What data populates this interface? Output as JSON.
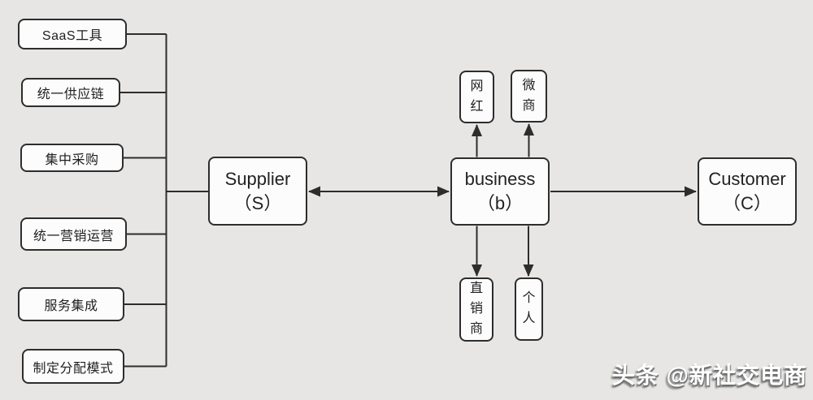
{
  "features": [
    {
      "label": "SaaS工具"
    },
    {
      "label": "统一供应链"
    },
    {
      "label": "集中采购"
    },
    {
      "label": "统一营销运营"
    },
    {
      "label": "服务集成"
    },
    {
      "label": "制定分配模式"
    }
  ],
  "supplier": {
    "line1": "Supplier",
    "line2": "（S）"
  },
  "business": {
    "line1": "business",
    "line2": "（b）"
  },
  "customer": {
    "line1": "Customer",
    "line2": "（C）"
  },
  "channels_top": [
    {
      "label": "网红"
    },
    {
      "label": "微商"
    }
  ],
  "channels_bottom": [
    {
      "label": "直销商"
    },
    {
      "label": "个人"
    }
  ],
  "watermark": {
    "text": "头条 @新社交电商"
  },
  "colors": {
    "background": "#e7e6e5",
    "box_fill": "#fcfcfc",
    "box_border": "#2d2d2d",
    "line": "#2d2d2d",
    "text": "#1f1f1f",
    "watermark_fill": "#ffffff",
    "watermark_shadow": "#6e6e6e"
  }
}
